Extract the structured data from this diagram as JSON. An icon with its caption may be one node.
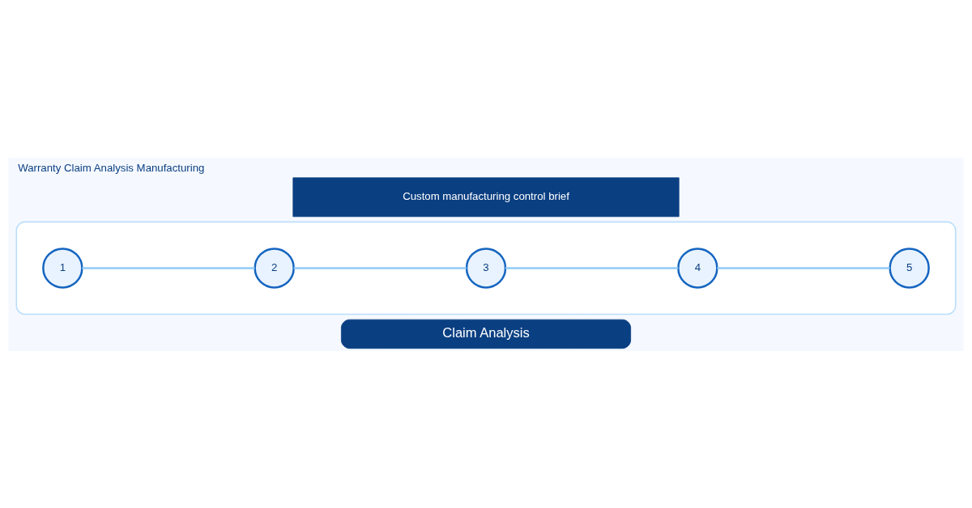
{
  "diagram": {
    "title": "Warranty Claim Analysis Manufacturing",
    "nodes": [
      {
        "text": [
          "Custom manufacturing control brief"
        ]
      },
      {
        "text": [],
        "shape": "box"
      },
      {
        "text": [
          "1"
        ],
        "in": 1
      },
      {
        "text": [
          "2"
        ],
        "in": 1
      },
      {
        "text": [
          "3"
        ],
        "in": 1
      },
      {
        "text": [
          "4"
        ],
        "in": 1
      },
      {
        "text": [
          "5"
        ],
        "in": 1
      },
      {
        "text": [
          "Claim Analysis"
        ]
      }
    ],
    "edges": [
      {
        "from": 2,
        "to": 3,
        "arrow": "none"
      },
      {
        "from": 3,
        "to": 4,
        "arrow": "none"
      },
      {
        "from": 4,
        "to": 5,
        "arrow": "none"
      },
      {
        "from": 5,
        "to": 6,
        "arrow": "none"
      }
    ]
  }
}
